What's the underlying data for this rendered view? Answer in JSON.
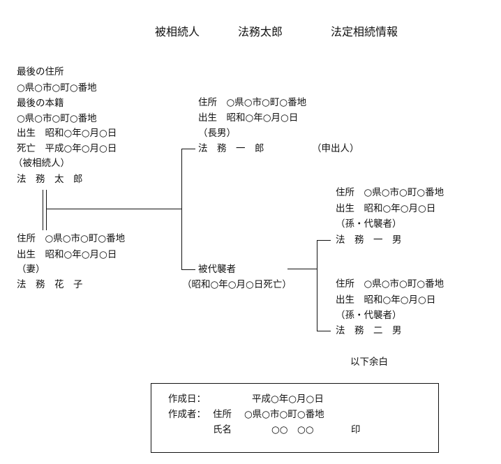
{
  "title": {
    "deceased_label": "被相続人",
    "deceased_name": "法務太郎",
    "doc_label": "法定相続情報"
  },
  "deceased": {
    "last_address_label": "最後の住所",
    "last_address": "○県○市○町○番地",
    "last_domicile_label": "最後の本籍",
    "last_domicile": "○県○市○町○番地",
    "birth": "出生　昭和○年○月○日",
    "death": "死亡　平成○年○月○日",
    "relation": "（被相続人）",
    "name": "法　務　太　郎"
  },
  "spouse": {
    "address": "住所　○県○市○町○番地",
    "birth": "出生　昭和○年○月○日",
    "relation": "（妻）",
    "name": "法　務　花　子"
  },
  "son1": {
    "address": "住所　○県○市○町○番地",
    "birth": "出生　昭和○年○月○日",
    "relation": "（長男）",
    "name": "法　務　一　郎",
    "note": "（申出人）"
  },
  "son2": {
    "label": "被代襲者",
    "death": "（昭和○年○月○日死亡）"
  },
  "grandchild1": {
    "address": "住所　○県○市○町○番地",
    "birth": "出生　昭和○年○月○日",
    "relation": "（孫・代襲者）",
    "name": "法　務　一　男"
  },
  "grandchild2": {
    "address": "住所　○県○市○町○番地",
    "birth": "出生　昭和○年○月○日",
    "relation": "（孫・代襲者）",
    "name": "法　務　二　男"
  },
  "remainder": "以下余白",
  "footer": {
    "date_label": "作成日：",
    "date_value": "平成○年○月○日",
    "author_label": "作成者：",
    "address_label": "住所",
    "address_value": "○県○市○町○番地",
    "name_label": "氏名",
    "name_value": "○○　○○",
    "seal": "印"
  }
}
